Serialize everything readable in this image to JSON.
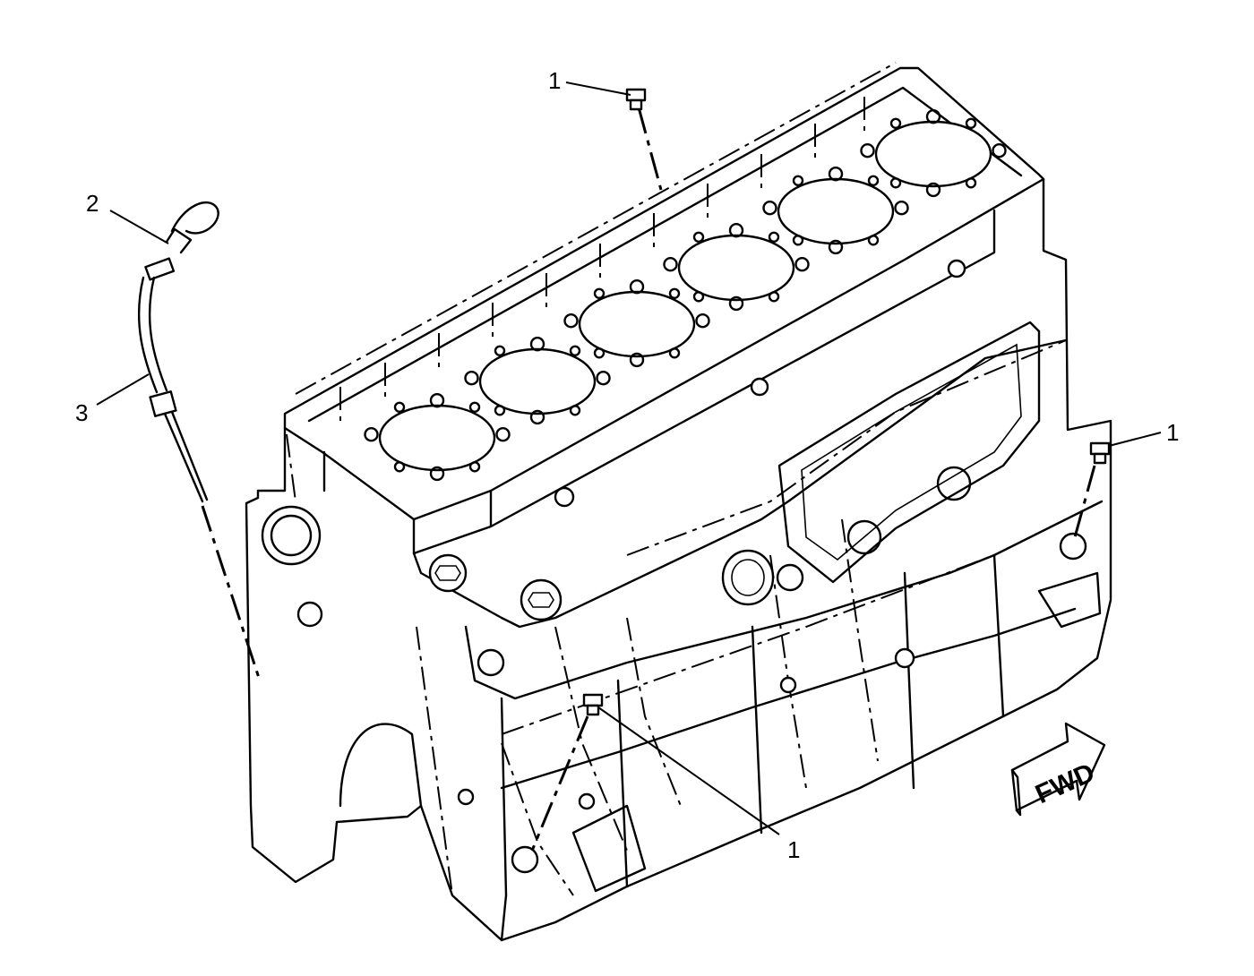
{
  "callouts": [
    {
      "label": "1"
    },
    {
      "label": "2"
    },
    {
      "label": "3"
    },
    {
      "label": "1"
    },
    {
      "label": "1"
    }
  ],
  "direction_arrow": {
    "label": "FWD"
  }
}
